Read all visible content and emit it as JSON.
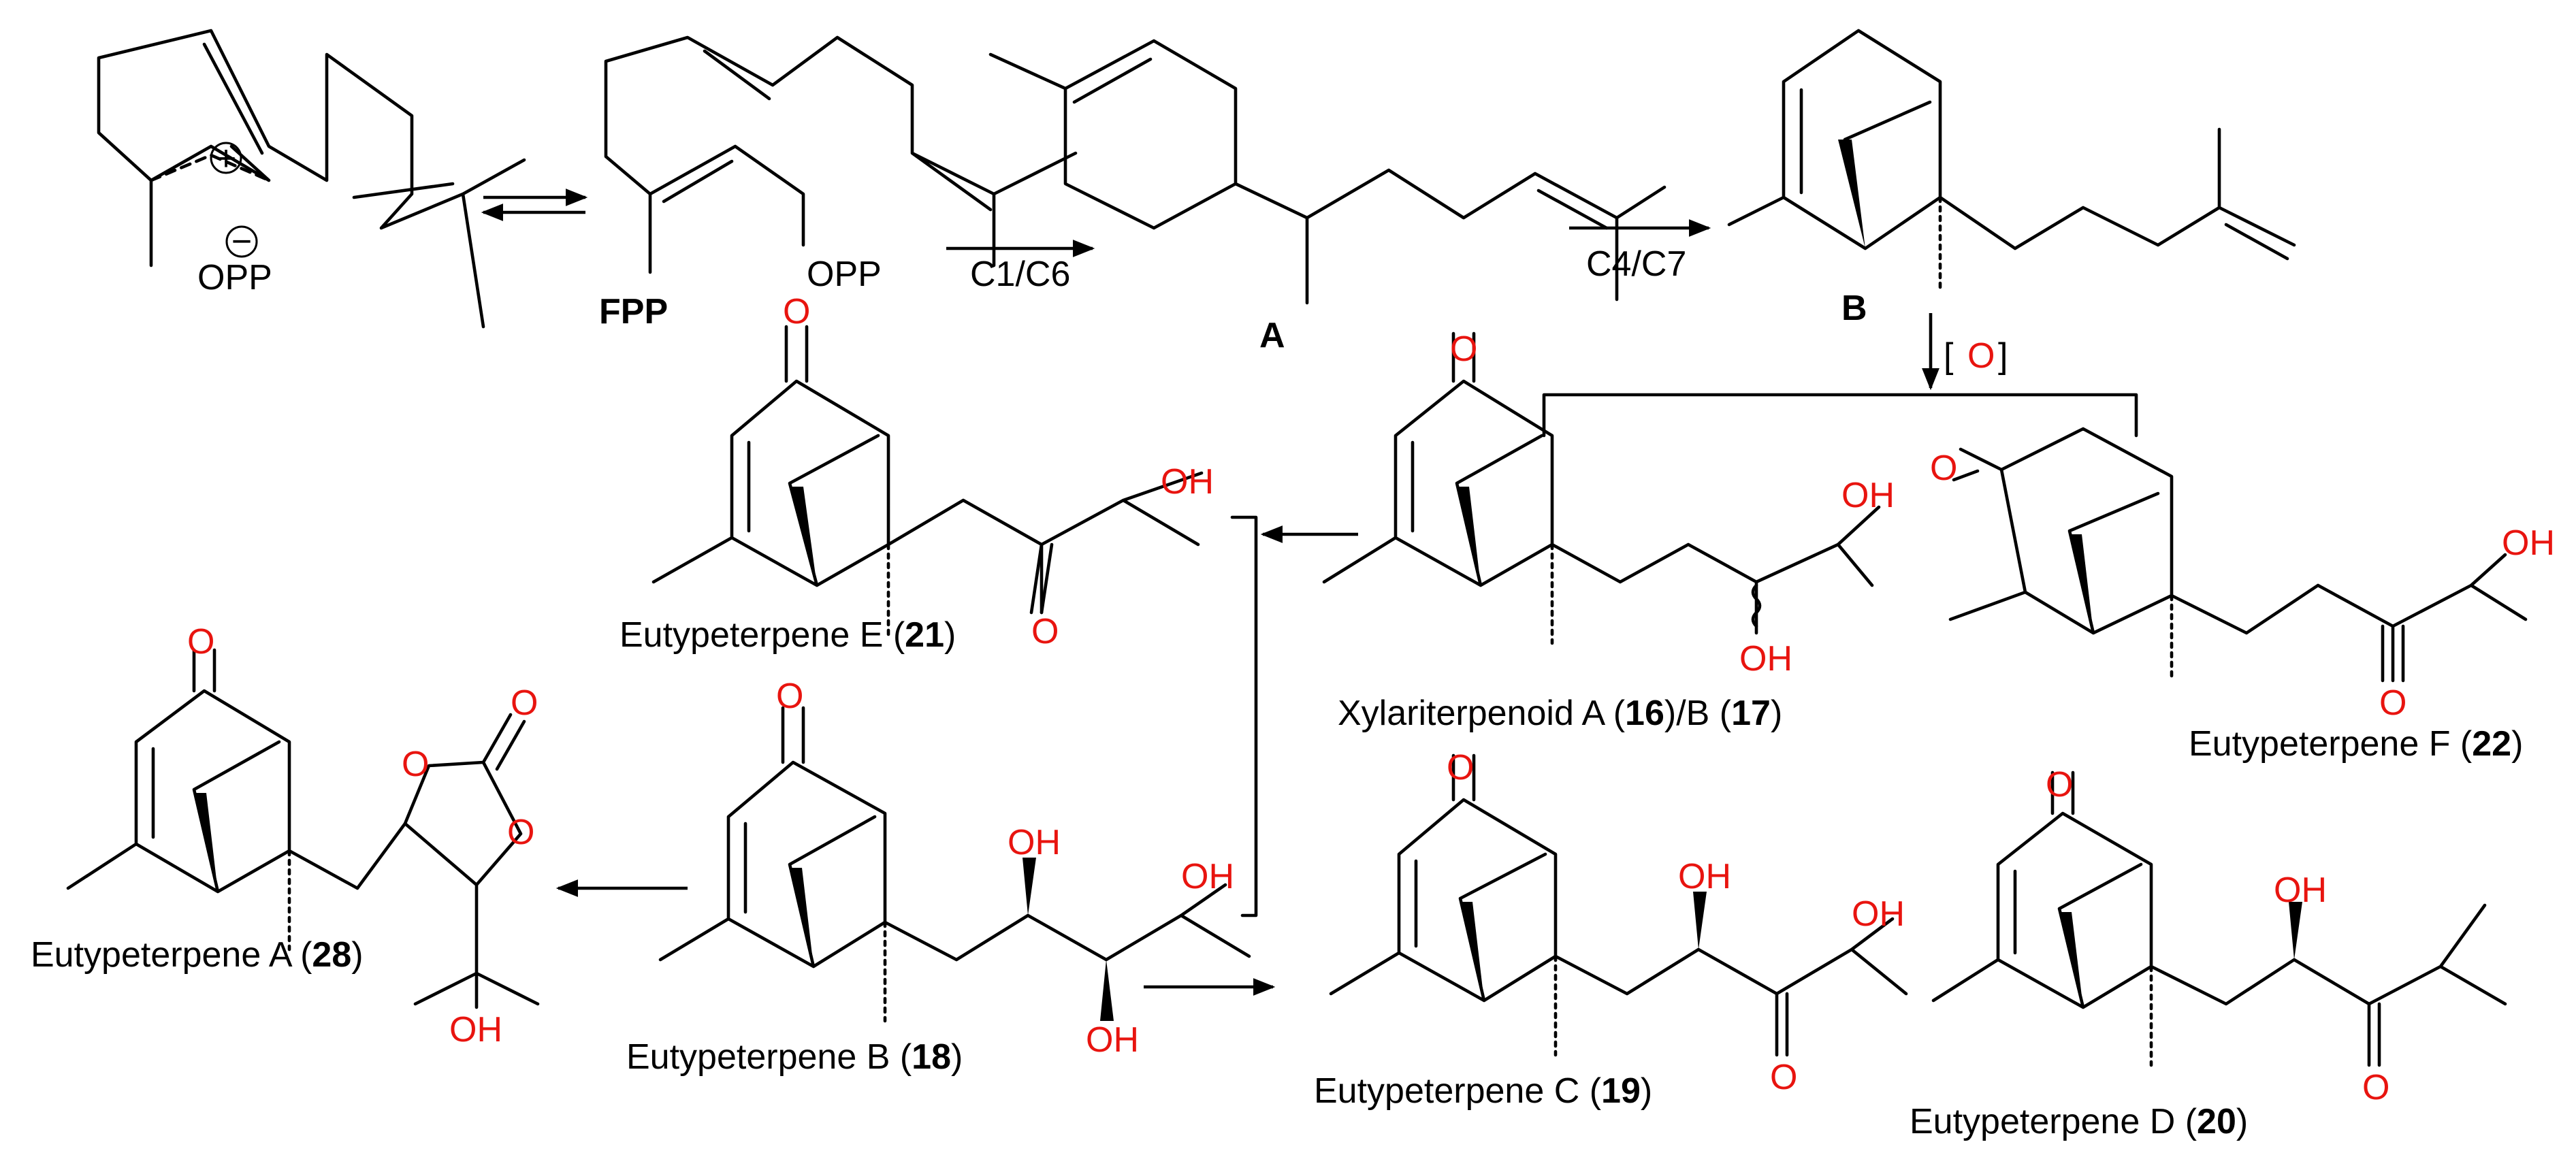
{
  "colors": {
    "heteroatom": "#e8140f",
    "text": "#000000",
    "background": "#ffffff"
  },
  "atoms": {
    "opp": "OPP",
    "oxygen": "O",
    "hydroxyl": "OH",
    "oxo_bracket": "O",
    "charge_plus": "+",
    "charge_minus": "−"
  },
  "steps": {
    "c1c6": "C1/C6",
    "c4c7": "C4/C7"
  },
  "compounds": {
    "fpp": "FPP",
    "a": "A",
    "b": "B",
    "eutypeterpene_e": {
      "name": "Eutypeterpene E (",
      "num": "21",
      "close": ")"
    },
    "xylariterpenoid": {
      "name": "Xylariterpenoid A (",
      "num1": "16",
      "mid": ")/B (",
      "num2": "17",
      "close": ")"
    },
    "eutypeterpene_f": {
      "name": "Eutypeterpene F (",
      "num": "22",
      "close": ")"
    },
    "eutypeterpene_a": {
      "name": "Eutypeterpene A (",
      "num": "28",
      "close": ")"
    },
    "eutypeterpene_b": {
      "name": "Eutypeterpene B (",
      "num": "18",
      "close": ")"
    },
    "eutypeterpene_c": {
      "name": "Eutypeterpene C (",
      "num": "19",
      "close": ")"
    },
    "eutypeterpene_d": {
      "name": "Eutypeterpene D (",
      "num": "20",
      "close": ")"
    }
  }
}
